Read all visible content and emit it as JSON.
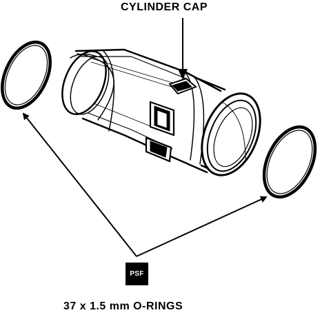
{
  "labels": {
    "cylinder_cap": "CYLINDER CAP",
    "o_rings": "37 x 1.5 mm O-RINGS"
  },
  "badge": {
    "text": "PSF"
  },
  "colors": {
    "ink": "#000000",
    "paper": "#ffffff"
  }
}
